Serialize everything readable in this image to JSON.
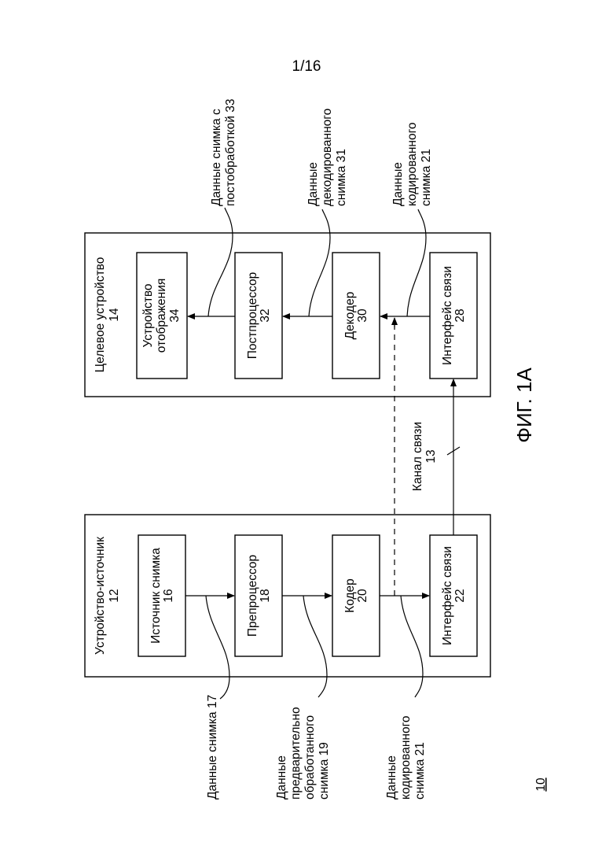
{
  "page_number": "1/16",
  "figure_label": "ФИГ. 1А",
  "figure_ref": "10",
  "source_device": {
    "title": "Устройство-источник",
    "number": "12",
    "blocks": [
      {
        "name": "Источник снимка",
        "number": "16"
      },
      {
        "name": "Препроцессор",
        "number": "18"
      },
      {
        "name": "Кодер",
        "number": "20"
      },
      {
        "name": "Интерфейс связи",
        "number": "22"
      }
    ]
  },
  "destination_device": {
    "title": "Целевое устройство",
    "number": "14",
    "blocks": [
      {
        "name": "Устройство отображения",
        "line1": "Устройство",
        "line2": "отображения",
        "number": "34"
      },
      {
        "name": "Постпроцессор",
        "number": "32"
      },
      {
        "name": "Декодер",
        "number": "30"
      },
      {
        "name": "Интерфейс связи",
        "number": "28"
      }
    ]
  },
  "channel": {
    "line1": "Канал связи",
    "line2": "13"
  },
  "source_data_labels": [
    {
      "lines": [
        "Данные снимка 17"
      ]
    },
    {
      "lines": [
        "Данные",
        "предварительно",
        "обработанного",
        "снимка 19"
      ]
    },
    {
      "lines": [
        "Данные",
        "кодированного",
        "снимка 21"
      ]
    }
  ],
  "destination_data_labels": [
    {
      "lines": [
        "Данные снимка с",
        "постобработкой 33"
      ]
    },
    {
      "lines": [
        "Данные",
        "декодированного",
        "снимка 31"
      ]
    },
    {
      "lines": [
        "Данные",
        "кодированного",
        "снимка 21"
      ]
    }
  ]
}
